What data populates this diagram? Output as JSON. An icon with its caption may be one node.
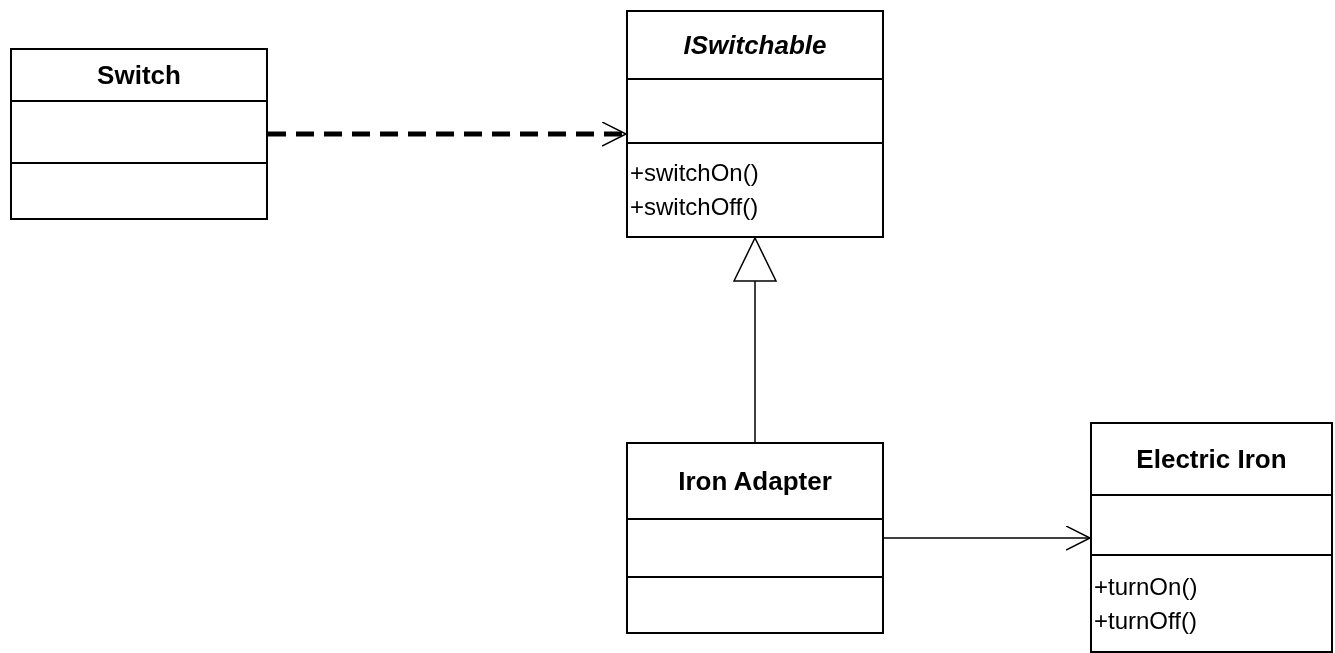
{
  "diagram": {
    "nodes": [
      {
        "text": [
          "Switch"
        ]
      },
      {
        "text": [
          "ISwitchable",
          "+switchOn()",
          "+switchOff()"
        ]
      },
      {
        "text": [
          "Iron Adapter"
        ]
      },
      {
        "text": [
          "Electric Iron",
          "+turnOn()",
          "+turnOff()"
        ]
      }
    ],
    "edges": [
      {
        "from": 0,
        "to": 1,
        "arrow": "to",
        "style": "dashed"
      },
      {
        "from": 2,
        "to": 1,
        "arrow": "to"
      },
      {
        "from": 2,
        "to": 3,
        "arrow": "to"
      }
    ]
  }
}
